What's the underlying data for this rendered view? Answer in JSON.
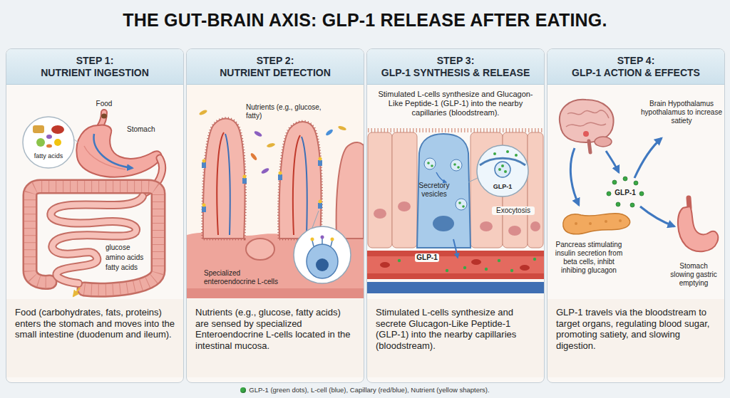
{
  "diagram": {
    "title": "THE GUT-BRAIN AXIS: GLP-1 RELEASE AFTER EATING.",
    "nodes": [
      {
        "text": [
          "STEP 1:",
          "NUTRIENT INGESTION",
          "Food (carbohydrates, fats, proteins) enters the stomach and moves into the small intestine (duodenum and ileum)."
        ]
      },
      {
        "text": [
          "STEP 2:",
          "NUTRIENT DETECTION",
          "Nutrients (e.g., glucose, fatty acids) are sensed by specialized Enteroendocrine L-cells located in the intestinal mucosa."
        ]
      },
      {
        "text": [
          "STEP 3:",
          "GLP-1 SYNTHESIS & RELEASE",
          "Stimulated L-cells synthesize and secrete Glucagon-Like Peptide-1 (GLP-1) into the nearby capillaries (bloodstream)."
        ]
      },
      {
        "text": [
          "STEP 4:",
          "GLP-1 ACTION & EFFECTS",
          "GLP-1 travels via the bloodstream to target organs, regulating blood sugar, promoting satiety, and slowing digestion."
        ]
      }
    ],
    "labels": [
      "Food",
      "fatty acids",
      "Stomach",
      "glucose",
      "amino acids",
      "fatty acids",
      "Nutrients (e.g., glucose, fatty)",
      "Specialized enteroendocrine L-cells",
      "Stimulated L-cells synthesize and Glucagon-Like Peptide-1 (GLP-1) into the nearby capillaries (bloodstream).",
      "Secretory vesicles",
      "GLP-1",
      "Exocytosis",
      "GLP-1",
      "Brain Hypothalamus hypothalamus to increase satiety",
      "GLP-1",
      "Pancreas stimulating insulin secretion from beta cells, inhibt inhibing glucagon",
      "Stomach slowing gastric emptying"
    ],
    "legend": [
      {
        "text": "GLP-1 (green dots), L-cell (blue), Capillary (red/blue), Nutrient (yellow shapters).",
        "color": "#3aa845"
      }
    ]
  }
}
